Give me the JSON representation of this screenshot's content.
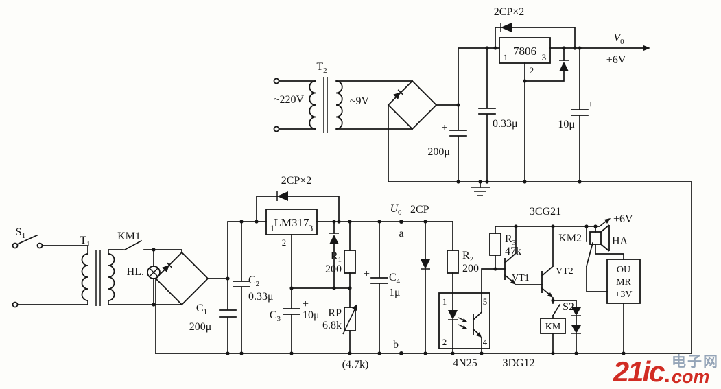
{
  "watermark": {
    "brand": "21ic",
    "dot": ".",
    "tld": "com",
    "site": "电子网"
  },
  "labels": {
    "plus": "+",
    "cp2_top": "2CP×2",
    "reg7806": "7806",
    "p7806_1": "1",
    "p7806_2": "2",
    "p7806_3": "3",
    "v0": {
      "base": "V",
      "sub": "0"
    },
    "v0_val": "+6V",
    "t2": {
      "base": "T",
      "sub": "2"
    },
    "mains": "~220V",
    "sec": "~9V",
    "c200u": "200μ",
    "c033": "0.33μ",
    "c10u": "10μ",
    "cp2_mid": "2CP×2",
    "lm317": "LM317",
    "plm_1": "1",
    "plm_2": "2",
    "plm_3": "3",
    "s1": {
      "base": "S",
      "sub": "1"
    },
    "t1": {
      "base": "T",
      "sub": "1"
    },
    "km1": "KM1",
    "hl": "HL.",
    "c1": {
      "base": "C",
      "sub": "1"
    },
    "c1_val": "200μ",
    "c2": {
      "base": "C",
      "sub": "2"
    },
    "c2_val": "0.33μ",
    "c3": {
      "base": "C",
      "sub": "3"
    },
    "c3_val": "10μ",
    "c4": {
      "base": "C",
      "sub": "4"
    },
    "c4_val": "1μ",
    "r1": {
      "base": "R",
      "sub": "1"
    },
    "r1_val": "200",
    "rp": "RP",
    "rp_val": "6.8k",
    "rp_alt": "(4.7k)",
    "u0": {
      "base": "U",
      "sub": "0"
    },
    "cp": "2CP",
    "pt_a": "a",
    "pt_b": "b",
    "r2": {
      "base": "R",
      "sub": "2"
    },
    "r2_val": "200",
    "opto": "4N25",
    "po_1": "1",
    "po_2": "2",
    "po_4": "4",
    "po_5": "5",
    "r3": {
      "base": "R",
      "sub": "3"
    },
    "r3_val": "47k",
    "vt1": "VT1",
    "vt2": "VT2",
    "vt1_type": "3DG12",
    "vt2_type": "3CG21",
    "s2": "S2",
    "km": "KM",
    "km2": "KM2",
    "ha": "HA",
    "p6v": "+6V",
    "music1": "OU",
    "music2": "MR",
    "music3": "+3V"
  }
}
